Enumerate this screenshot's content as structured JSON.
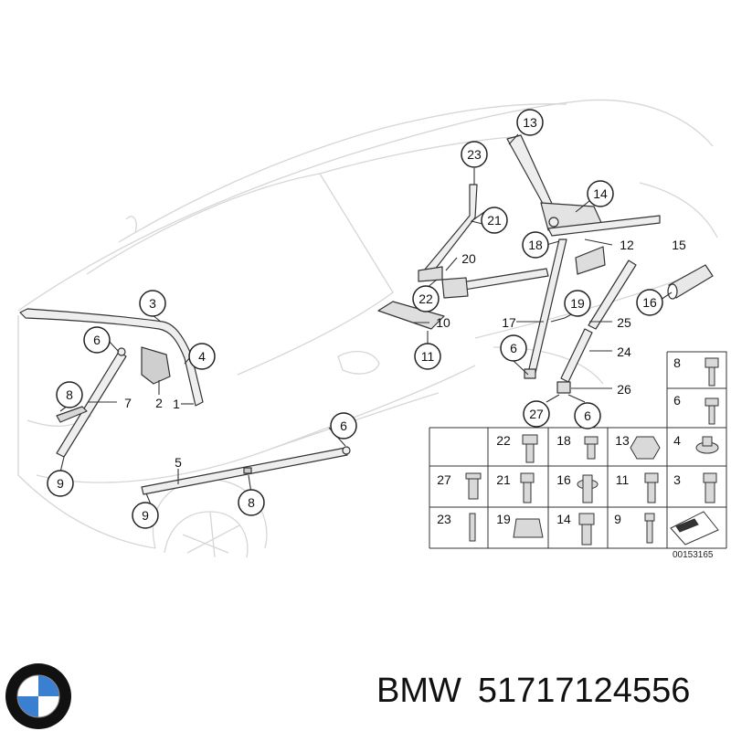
{
  "callouts": [
    {
      "num": "13",
      "circled": true
    },
    {
      "num": "23",
      "circled": true
    },
    {
      "num": "14",
      "circled": true
    },
    {
      "num": "21",
      "circled": true
    },
    {
      "num": "18",
      "circled": true
    },
    {
      "num": "12",
      "circled": false
    },
    {
      "num": "15",
      "circled": false
    },
    {
      "num": "20",
      "circled": false
    },
    {
      "num": "22",
      "circled": true
    },
    {
      "num": "16",
      "circled": true
    },
    {
      "num": "19",
      "circled": true
    },
    {
      "num": "10",
      "circled": false
    },
    {
      "num": "17",
      "circled": false
    },
    {
      "num": "25",
      "circled": false
    },
    {
      "num": "11",
      "circled": true
    },
    {
      "num": "6",
      "circled": true
    },
    {
      "num": "24",
      "circled": false
    },
    {
      "num": "26",
      "circled": false
    },
    {
      "num": "27",
      "circled": true
    },
    {
      "num": "6",
      "circled": true
    },
    {
      "num": "3",
      "circled": true
    },
    {
      "num": "6",
      "circled": true
    },
    {
      "num": "4",
      "circled": true
    },
    {
      "num": "2",
      "circled": false
    },
    {
      "num": "1",
      "circled": false
    },
    {
      "num": "8",
      "circled": true
    },
    {
      "num": "7",
      "circled": false
    },
    {
      "num": "9",
      "circled": true
    },
    {
      "num": "6",
      "circled": true
    },
    {
      "num": "5",
      "circled": false
    },
    {
      "num": "9",
      "circled": true
    },
    {
      "num": "8",
      "circled": true
    }
  ],
  "fastener_table": {
    "cells": [
      "8",
      "6",
      "22",
      "18",
      "13",
      "4",
      "27",
      "21",
      "16",
      "11",
      "3",
      "23",
      "19",
      "14",
      "9"
    ]
  },
  "diagram_code": "00153165",
  "brand": "BMW",
  "part_number": "51717124556"
}
